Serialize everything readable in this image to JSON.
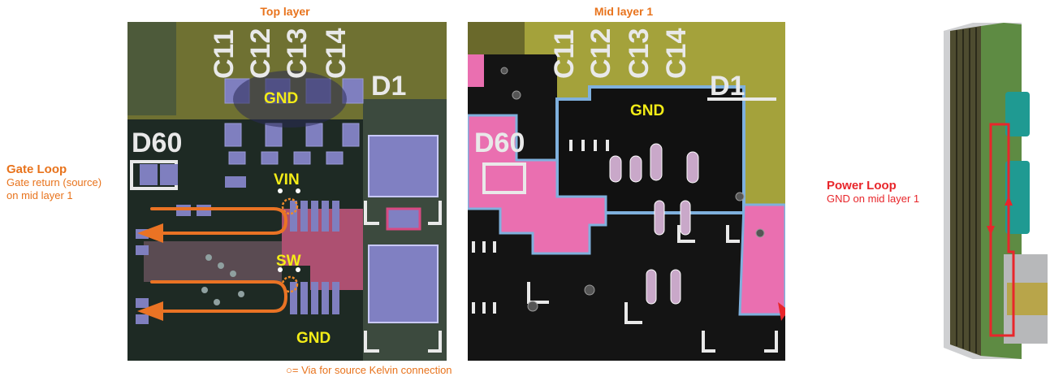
{
  "panels": {
    "top_title": "Top layer",
    "mid_title": "Mid layer 1"
  },
  "designators": {
    "c11": "C11",
    "c12": "C12",
    "c13": "C13",
    "c14": "C14",
    "d1": "D1",
    "d60": "D60"
  },
  "nets": {
    "gnd": "GND",
    "vin": "VIN",
    "sw": "SW"
  },
  "gate_loop": {
    "title": "Gate Loop",
    "line1": "Gate return (source)",
    "line2": "on mid layer 1"
  },
  "power_loop": {
    "title": "Power Loop",
    "line1": "GND on mid layer 1"
  },
  "legend": {
    "symbol": "○",
    "text": "= Via for source Kelvin connection"
  },
  "colors": {
    "orange": "#e8731c",
    "red": "#e8262b",
    "copper_top": "#7a7b2f",
    "copper_mid": "#a3a23a",
    "pink": "#ea6fb0",
    "net_label": "#f3ec17"
  }
}
